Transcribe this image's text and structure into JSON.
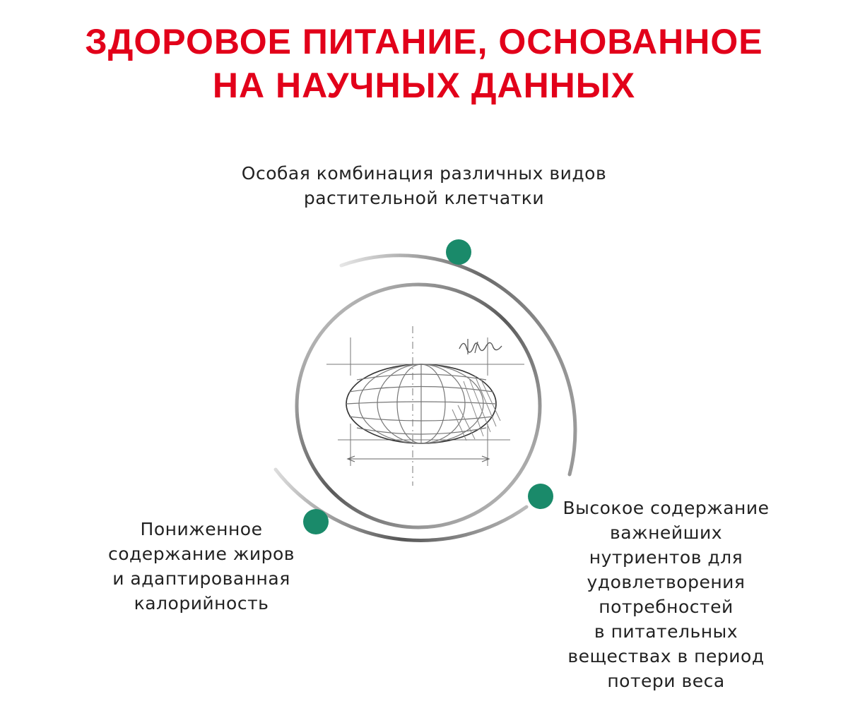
{
  "title": {
    "line1": "ЗДОРОВОЕ ПИТАНИЕ, ОСНОВАННОЕ",
    "line2": "НА НАУЧНЫХ ДАННЫХ"
  },
  "features": {
    "top": {
      "lines": [
        "Особая комбинация различных видов",
        "растительной клетчатки"
      ]
    },
    "left": {
      "lines": [
        "Пониженное",
        "содержание жиров",
        "и адаптированная",
        "калорийность"
      ]
    },
    "right": {
      "lines": [
        "Высокое содержание",
        "важнейших",
        "нутриентов для",
        "удовлетворения",
        "потребностей",
        "в питательных",
        "веществах в период",
        "потери веса"
      ]
    }
  },
  "colors": {
    "title": "#e2001a",
    "accent_dot": "#1a8a6a",
    "ring": "#8a8a8a"
  },
  "icons": {
    "center": "kibble-sketch-icon"
  }
}
